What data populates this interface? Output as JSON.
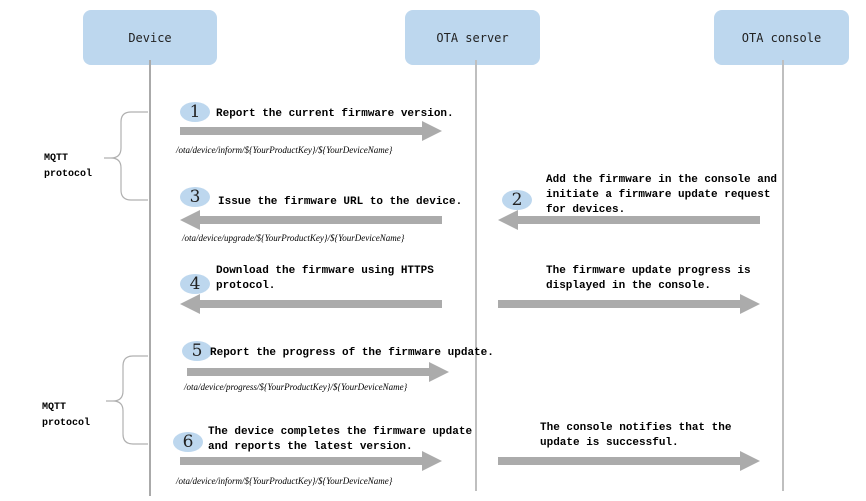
{
  "participants": {
    "device": "Device",
    "ota_server": "OTA server",
    "ota_console": "OTA console"
  },
  "colors": {
    "participant_box": "#bdd7ee",
    "step_badge": "#bdd7ee",
    "arrow": "#ababab",
    "lifeline": "#bfbfbf"
  },
  "protocol_groups": [
    {
      "label": "MQTT\nprotocol"
    },
    {
      "label": "MQTT\nprotocol"
    }
  ],
  "steps": [
    {
      "number": "1",
      "label": "Report the current firmware version.",
      "topic": "/ota/device/inform/${YourProductKey}/${YourDeviceName}",
      "direction": "device-to-server"
    },
    {
      "number": "2",
      "label": "Add the firmware in the console and\ninitiate a firmware update request\nfor devices.",
      "direction": "console-to-server"
    },
    {
      "number": "3",
      "label": "Issue the firmware URL to the device.",
      "topic": "/ota/device/upgrade/${YourProductKey}/${YourDeviceName}",
      "direction": "server-to-device"
    },
    {
      "number": "4",
      "label": "Download the firmware using HTTPS\nprotocol.",
      "direction": "server-to-device"
    },
    {
      "label": "The firmware update progress is\ndisplayed in the console.",
      "direction": "server-to-console"
    },
    {
      "number": "5",
      "label": "Report the progress of the firmware update.",
      "topic": "/ota/device/progress/${YourProductKey}/${YourDeviceName}",
      "direction": "device-to-server"
    },
    {
      "number": "6",
      "label": "The device completes the firmware update\nand reports the latest version.",
      "topic": "/ota/device/inform/${YourProductKey}/${YourDeviceName}",
      "direction": "device-to-server"
    },
    {
      "label": "The console notifies that the\nupdate is successful.",
      "direction": "server-to-console"
    }
  ]
}
